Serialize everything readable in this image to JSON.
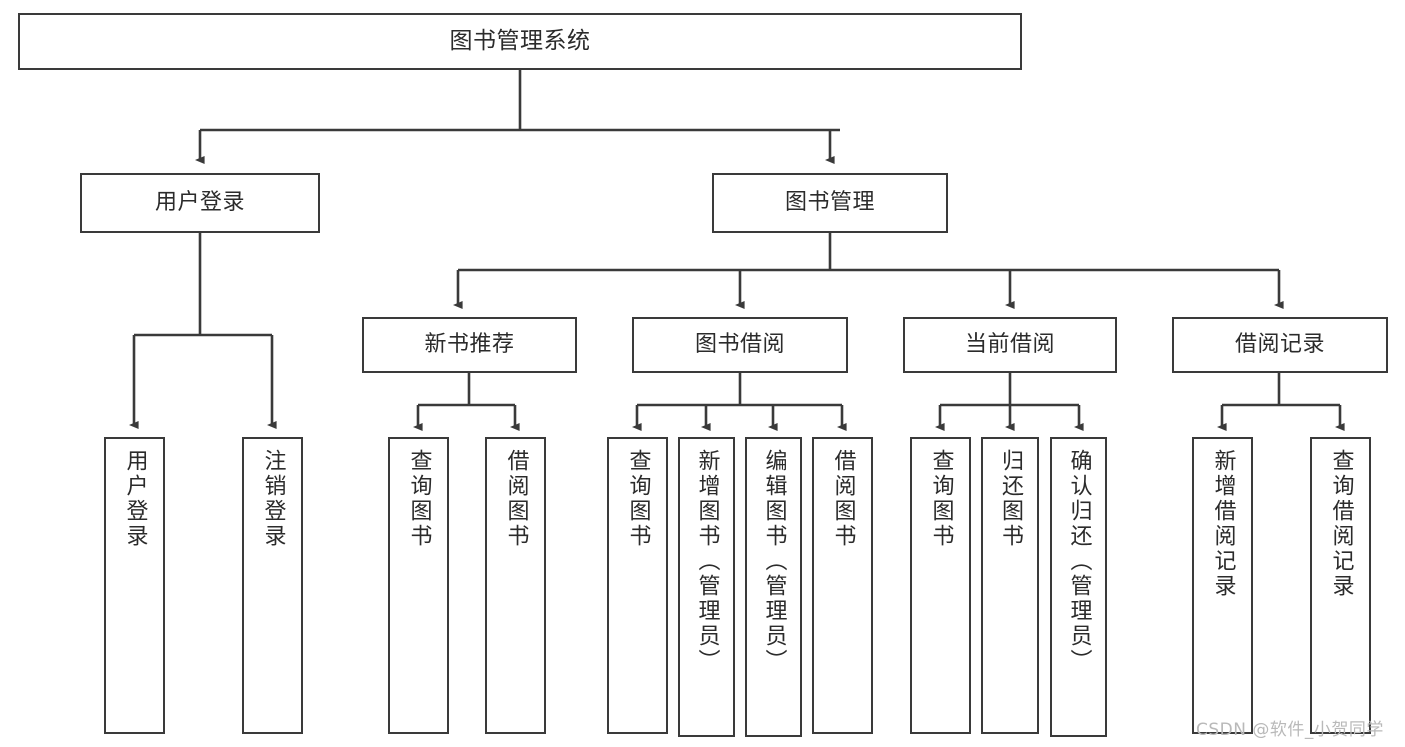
{
  "diagram": {
    "title": "图书管理系统",
    "type": "tree-hierarchy",
    "stroke_color": "#3a3a3a",
    "fill_color": "#ffffff",
    "text_color": "#2b2b2b",
    "nodes": {
      "root": {
        "label": "图书管理系统"
      },
      "level2": [
        {
          "label": "用户登录"
        },
        {
          "label": "图书管理"
        }
      ],
      "level3": [
        {
          "label": "新书推荐"
        },
        {
          "label": "图书借阅"
        },
        {
          "label": "当前借阅"
        },
        {
          "label": "借阅记录"
        }
      ],
      "leaves_user_login": [
        {
          "label": "用户登录"
        },
        {
          "label": "注销登录"
        }
      ],
      "leaves_new_book": [
        {
          "label": "查询图书"
        },
        {
          "label": "借阅图书"
        }
      ],
      "leaves_book_borrow": [
        {
          "label": "查询图书"
        },
        {
          "label": "新增图书（管理员）"
        },
        {
          "label": "编辑图书（管理员）"
        },
        {
          "label": "借阅图书"
        }
      ],
      "leaves_current_borrow": [
        {
          "label": "查询图书"
        },
        {
          "label": "归还图书"
        },
        {
          "label": "确认归还（管理员）"
        }
      ],
      "leaves_borrow_record": [
        {
          "label": "新增借阅记录"
        },
        {
          "label": "查询借阅记录"
        }
      ]
    }
  },
  "watermark": {
    "text": "CSDN @软件_小贺同学",
    "color": "#b9b9b9"
  }
}
